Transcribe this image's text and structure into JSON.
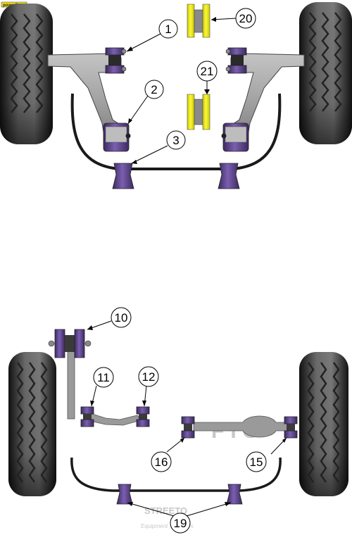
{
  "logo": {
    "text": "powerflex"
  },
  "callouts": [
    {
      "id": "c1",
      "label": "1"
    },
    {
      "id": "c2",
      "label": "2"
    },
    {
      "id": "c3",
      "label": "3"
    },
    {
      "id": "c20",
      "label": "20"
    },
    {
      "id": "c21",
      "label": "21"
    },
    {
      "id": "c10",
      "label": "10"
    },
    {
      "id": "c11",
      "label": "11"
    },
    {
      "id": "c12",
      "label": "12"
    },
    {
      "id": "c16",
      "label": "16"
    },
    {
      "id": "c15",
      "label": "15"
    },
    {
      "id": "c19",
      "label": "19"
    }
  ],
  "watermark": {
    "brand": "STREETO",
    "tagline": "Equipment ... Drivers"
  },
  "colors": {
    "bush_purple": "#6b4f9a",
    "bush_purple_dark": "#4a3570",
    "bush_yellow": "#f2ef2a",
    "arm_grey": "#9b9b9b",
    "tyre_dark": "#2b2b2b"
  }
}
